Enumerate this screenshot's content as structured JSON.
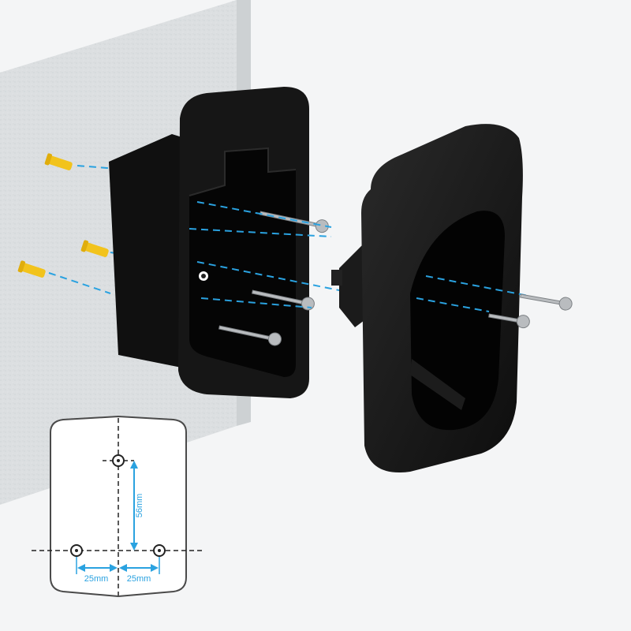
{
  "colors": {
    "background": "#f4f5f6",
    "wall": "#dcdfe1",
    "mount": "#151515",
    "anchor": "#f2c31c",
    "guide_line": "#2aa2e0",
    "dimension": "#2aa2e0",
    "template_outline": "#4a4a4a"
  },
  "template": {
    "vertical_dimension": "56mm",
    "horizontal_dimension_left": "25mm",
    "horizontal_dimension_right": "25mm"
  },
  "icons": [
    "wall-anchor-icon",
    "screw-icon",
    "mount-bracket-icon",
    "holder-cup-icon"
  ]
}
